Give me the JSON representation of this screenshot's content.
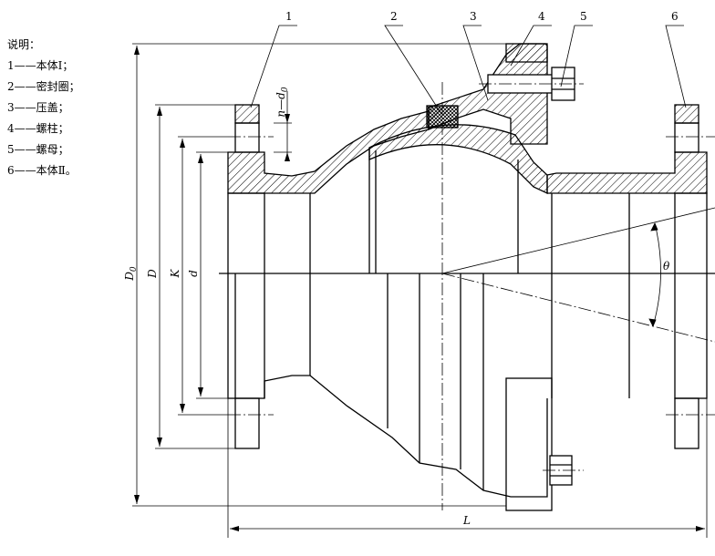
{
  "legend": {
    "title": "说明：",
    "items": [
      {
        "num": "1",
        "name": "本体Ⅰ；"
      },
      {
        "num": "2",
        "name": "密封圈；"
      },
      {
        "num": "3",
        "name": "压盖；"
      },
      {
        "num": "4",
        "name": "螺柱；"
      },
      {
        "num": "5",
        "name": "螺母；"
      },
      {
        "num": "6",
        "name": "本体Ⅱ。"
      }
    ]
  },
  "callouts": [
    "1",
    "2",
    "3",
    "4",
    "5",
    "6"
  ],
  "dimensions": {
    "D0": "D",
    "D0_sub": "0",
    "D": "D",
    "K": "K",
    "d": "d",
    "n_d0": "n—d",
    "n_d0_sub": "0",
    "L": "L",
    "theta": "θ"
  }
}
